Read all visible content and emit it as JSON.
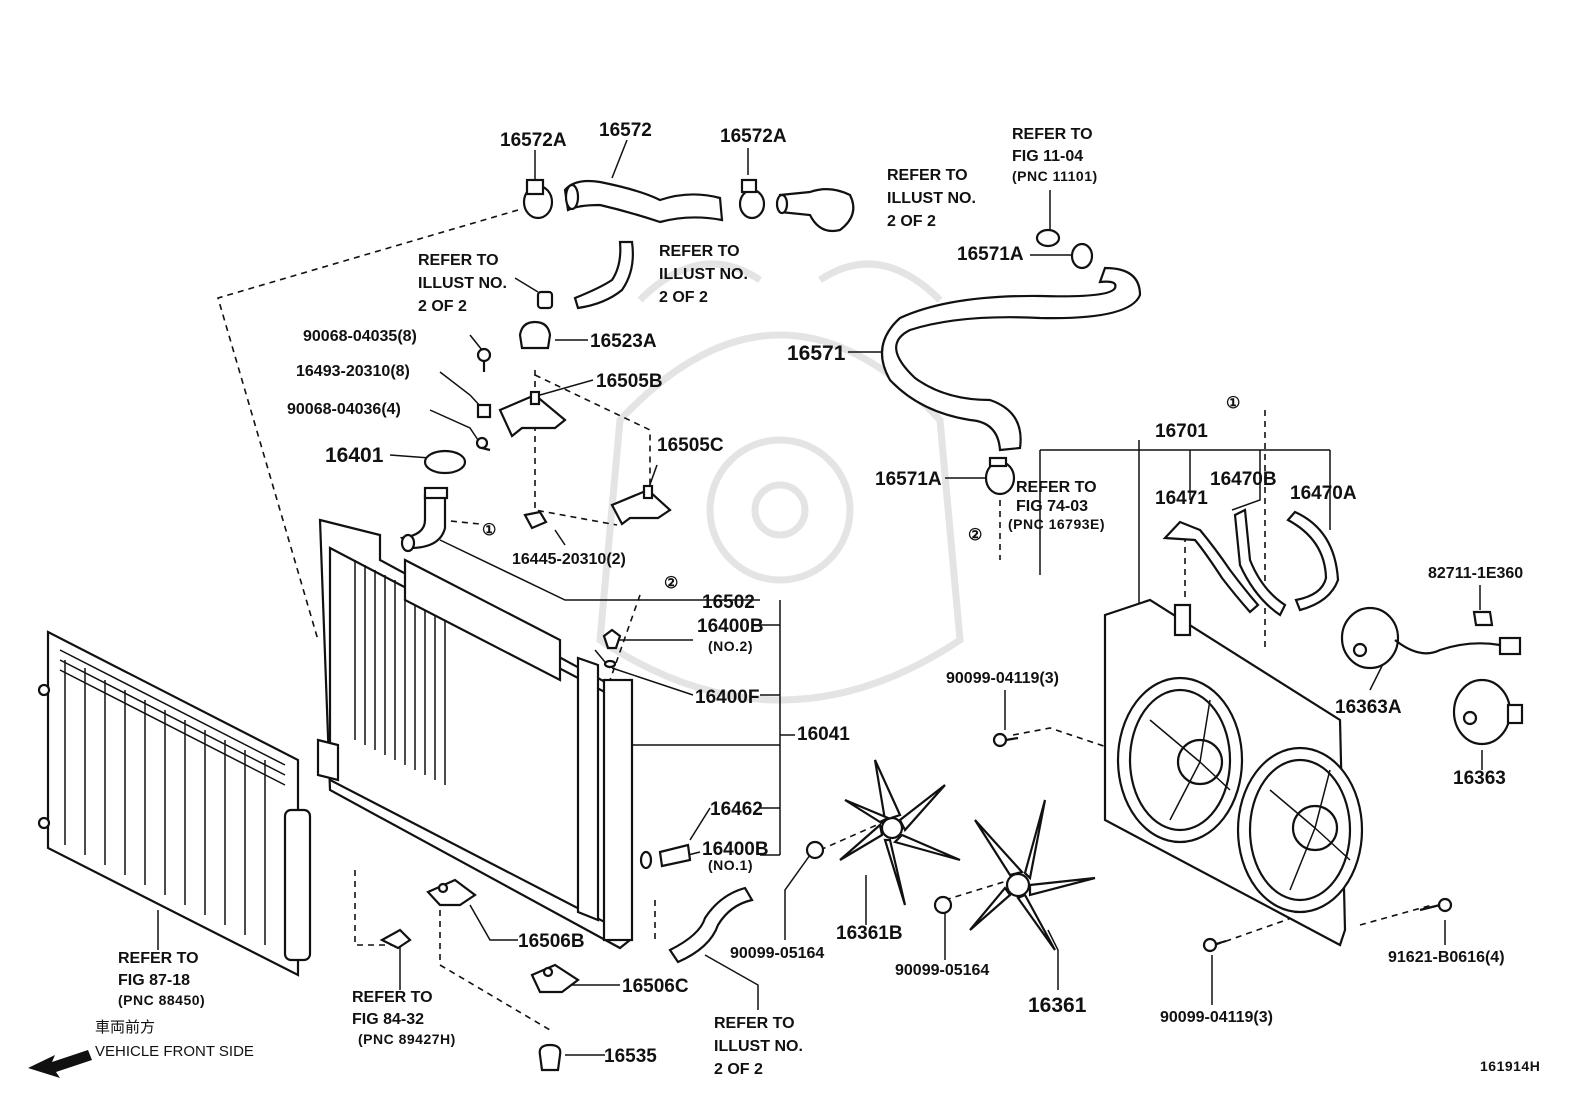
{
  "diagram": {
    "figure_code": "161914H",
    "jp_front": "車両前方",
    "en_front": "VEHICLE FRONT SIDE",
    "labels": {
      "p16572A_left": "16572A",
      "p16572": "16572",
      "p16572A_right": "16572A",
      "refer_illust_top_1": "REFER TO",
      "refer_illust_top_2": "ILLUST NO.",
      "refer_illust_top_3": "2 OF 2",
      "refer_fig1104_1": "REFER TO",
      "refer_fig1104_2": "FIG 11-04",
      "refer_fig1104_3": "(PNC 11101)",
      "p16571A_top": "16571A",
      "refer_illust_left_1": "REFER TO",
      "refer_illust_left_2": "ILLUST NO.",
      "refer_illust_left_3": "2 OF 2",
      "refer_illust_mid_1": "REFER TO",
      "refer_illust_mid_2": "ILLUST NO.",
      "refer_illust_mid_3": "2 OF 2",
      "p90068_04035": "90068-04035(8)",
      "p16523A": "16523A",
      "p16493_20310": "16493-20310(8)",
      "p16505B": "16505B",
      "p90068_04036": "90068-04036(4)",
      "p16571": "16571",
      "p16401": "16401",
      "p16505C": "16505C",
      "p16701": "16701",
      "p16571A_bottom": "16571A",
      "refer_fig7403_1": "REFER TO",
      "refer_fig7403_2": "FIG 74-03",
      "refer_fig7403_3": "(PNC 16793E)",
      "p16471": "16471",
      "p16470B": "16470B",
      "p16470A": "16470A",
      "p16445_20310": "16445-20310(2)",
      "p16502": "16502",
      "p16400B_no2": "16400B",
      "p16400B_no2_sub": "(NO.2)",
      "p82711_1E360": "82711-1E360",
      "p16400F": "16400F",
      "p90099_04119_a": "90099-04119(3)",
      "p16041": "16041",
      "p16363A": "16363A",
      "p16363": "16363",
      "p16462": "16462",
      "p16400B_no1": "16400B",
      "p16400B_no1_sub": "(NO.1)",
      "refer_fig8718_1": "REFER TO",
      "refer_fig8718_2": "FIG 87-18",
      "refer_fig8718_3": "(PNC 88450)",
      "p16506B": "16506B",
      "p90099_05164_a": "90099-05164",
      "p16361B": "16361B",
      "p90099_05164_b": "90099-05164",
      "p91621_B0616": "91621-B0616(4)",
      "p16506C": "16506C",
      "p16361": "16361",
      "refer_fig8432_1": "REFER TO",
      "refer_fig8432_2": "FIG 84-32",
      "refer_fig8432_3": "(PNC 89427H)",
      "p90099_04119_b": "90099-04119(3)",
      "refer_illust_bottom_1": "REFER TO",
      "refer_illust_bottom_2": "ILLUST NO.",
      "refer_illust_bottom_3": "2 OF 2",
      "p16535": "16535",
      "circle1_a": "①",
      "circle1_b": "①",
      "circle2_a": "②",
      "circle2_b": "②"
    }
  }
}
